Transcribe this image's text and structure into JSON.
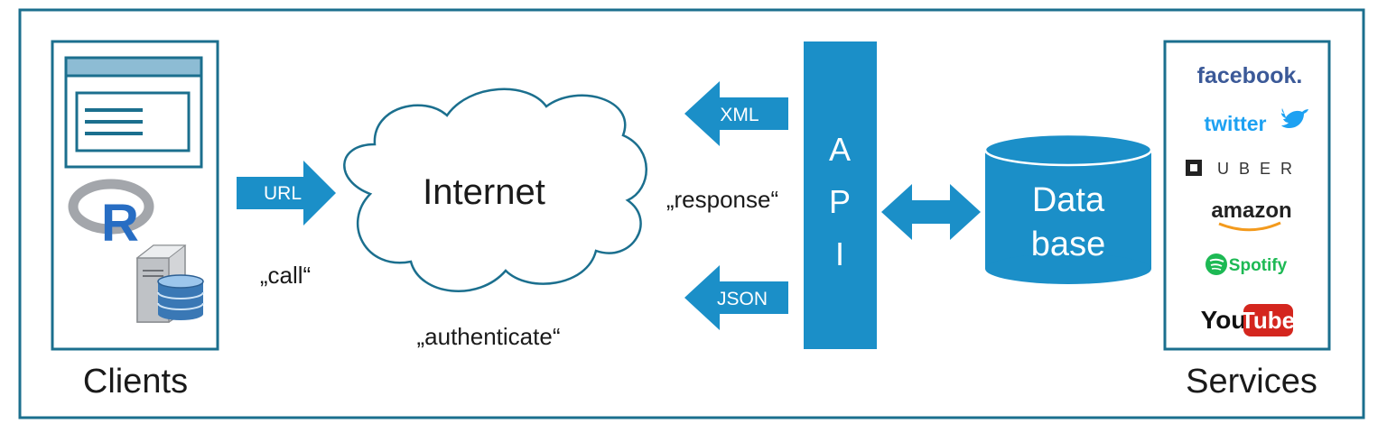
{
  "clients": {
    "caption": "Clients",
    "r_logo_letter": "R"
  },
  "services": {
    "caption": "Services",
    "logos": {
      "facebook": "facebook.",
      "twitter": "twitter",
      "uber": "UBER",
      "amazon": "amazon",
      "spotify": "Spotify",
      "youtube_you": "You",
      "youtube_tube": "Tube"
    }
  },
  "internet": {
    "label": "Internet"
  },
  "arrows": {
    "url": "URL",
    "xml": "XML",
    "json": "JSON"
  },
  "phrases": {
    "call": "„call“",
    "authenticate": "„authenticate“",
    "response": "„response“"
  },
  "api": {
    "letters": [
      "A",
      "P",
      "I"
    ]
  },
  "database": {
    "line1": "Data",
    "line2": "base"
  },
  "colors": {
    "frame": "#1b6f8e",
    "accent": "#1b8fc8",
    "cloud_stroke": "#1b6f8e",
    "facebook": "#3b5998",
    "twitter": "#1da1f2",
    "spotify": "#1db954",
    "youtube_red": "#d4261e"
  }
}
